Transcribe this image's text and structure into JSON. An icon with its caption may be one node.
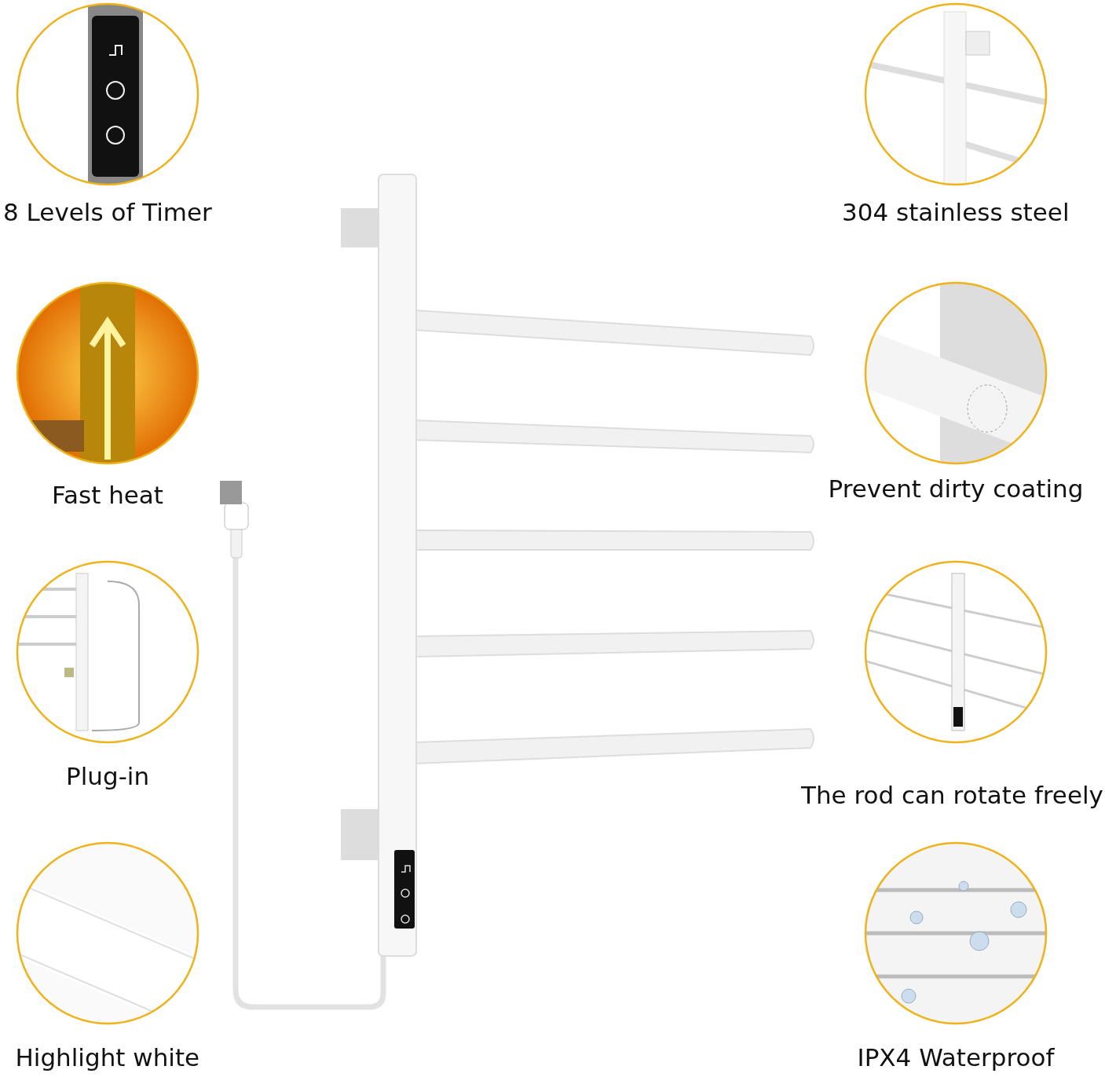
{
  "diagram": {
    "nodes": [
      {
        "text": [
          "8 Levels of Timer"
        ]
      },
      {
        "text": [
          "304 stainless steel"
        ]
      },
      {
        "text": [
          "Fast heat"
        ]
      },
      {
        "text": [
          "Prevent dirty coating"
        ]
      },
      {
        "text": [
          "Plug-in"
        ]
      },
      {
        "text": [
          "The rod can rotate freely"
        ]
      },
      {
        "text": [
          "Highlight white"
        ]
      },
      {
        "text": [
          "IPX4 Waterproof"
        ]
      }
    ]
  }
}
